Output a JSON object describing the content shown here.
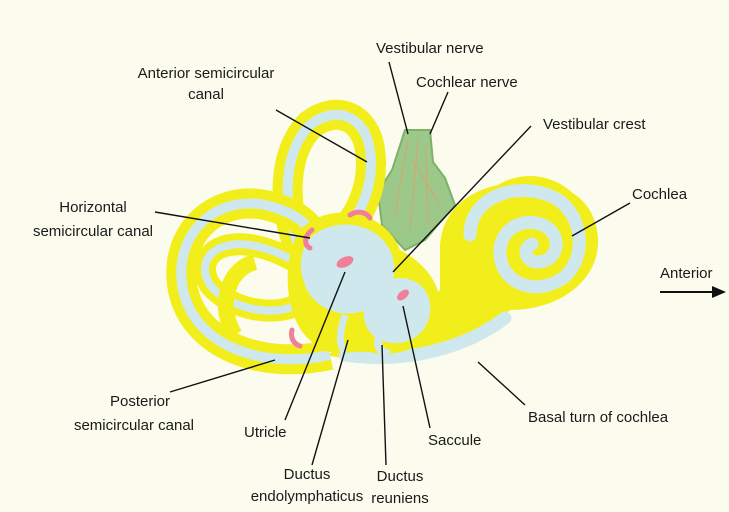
{
  "labels": {
    "vestibular_nerve": "Vestibular nerve",
    "cochlear_nerve": "Cochlear nerve",
    "anterior_canal_1": "Anterior semicircular",
    "anterior_canal_2": "canal",
    "vestibular_crest": "Vestibular crest",
    "horizontal_canal_1": "Horizontal",
    "horizontal_canal_2": "semicircular canal",
    "cochlea": "Cochlea",
    "anterior": "Anterior",
    "posterior_canal_1": "Posterior",
    "posterior_canal_2": "semicircular canal",
    "utricle": "Utricle",
    "saccule": "Saccule",
    "basal_turn": "Basal turn of cochlea",
    "ductus_endo_1": "Ductus",
    "ductus_endo_2": "endolymphaticus",
    "ductus_reun_1": "Ductus",
    "ductus_reun_2": "reuniens"
  },
  "colors": {
    "bony_labyrinth": "#f2ee1c",
    "membranous_labyrinth": "#cfe8ee",
    "sensory_epithelium": "#ef7f9a",
    "nerve": "#9cc98a",
    "background": "#fbfcee"
  }
}
